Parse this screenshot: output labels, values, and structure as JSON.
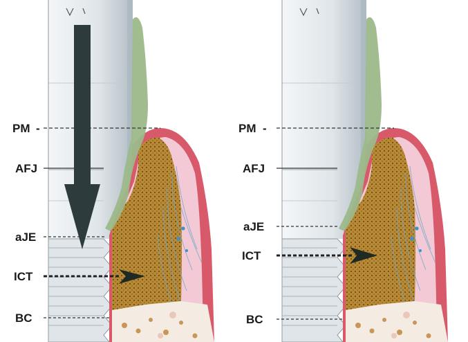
{
  "panels": [
    {
      "id": "left",
      "labels": {
        "pm": "PM",
        "afj": "AFJ",
        "aje": "aJE",
        "ict": "ICT",
        "bc": "BC"
      },
      "has_load_arrow": true
    },
    {
      "id": "right",
      "labels": {
        "pm": "PM",
        "afj": "AFJ",
        "aje": "aJE",
        "ict": "ICT",
        "bc": "BC"
      },
      "has_load_arrow": false
    }
  ],
  "colors": {
    "implant": "#dfe5e9",
    "implant_shade": "#aeb9c0",
    "epithelium": "#9cb98a",
    "connective_tissue": "#b98a35",
    "gingiva_outer": "#d85a6a",
    "gingiva_inner": "#f2c9d4",
    "fibers": "#6fa9c9",
    "bone": "#f4ece2",
    "bone_dots": "#c8965a",
    "load_arrow": "#2e3b3c",
    "ict_arrow": "#1f2a24"
  }
}
